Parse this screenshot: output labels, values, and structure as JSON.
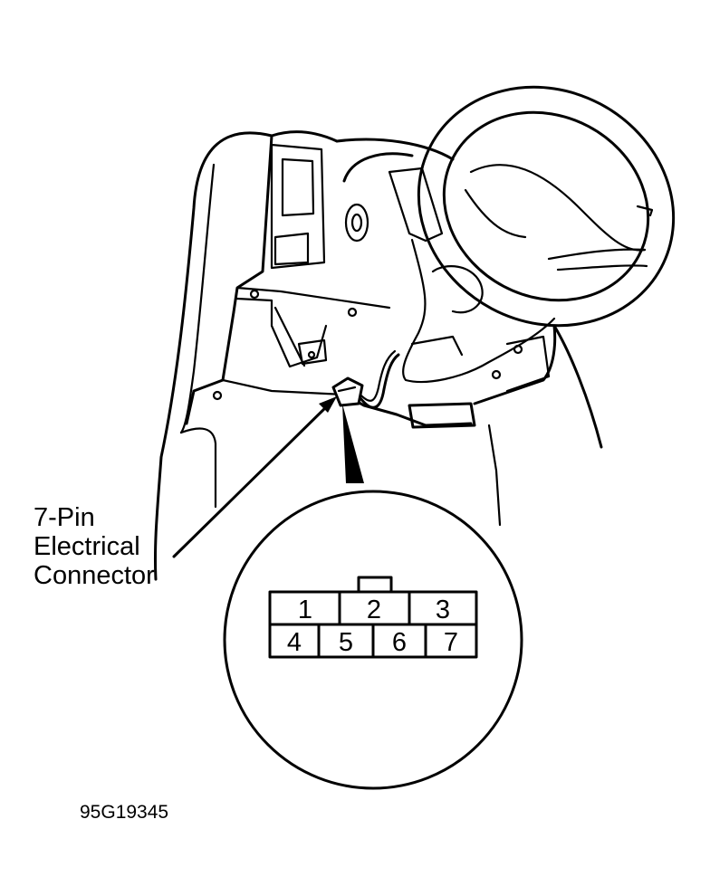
{
  "callout": {
    "line1": "7-Pin",
    "line2": "Electrical",
    "line3": "Connector"
  },
  "connector": {
    "pins": [
      "1",
      "2",
      "3",
      "4",
      "5",
      "6",
      "7"
    ]
  },
  "figure_code": "95G19345"
}
